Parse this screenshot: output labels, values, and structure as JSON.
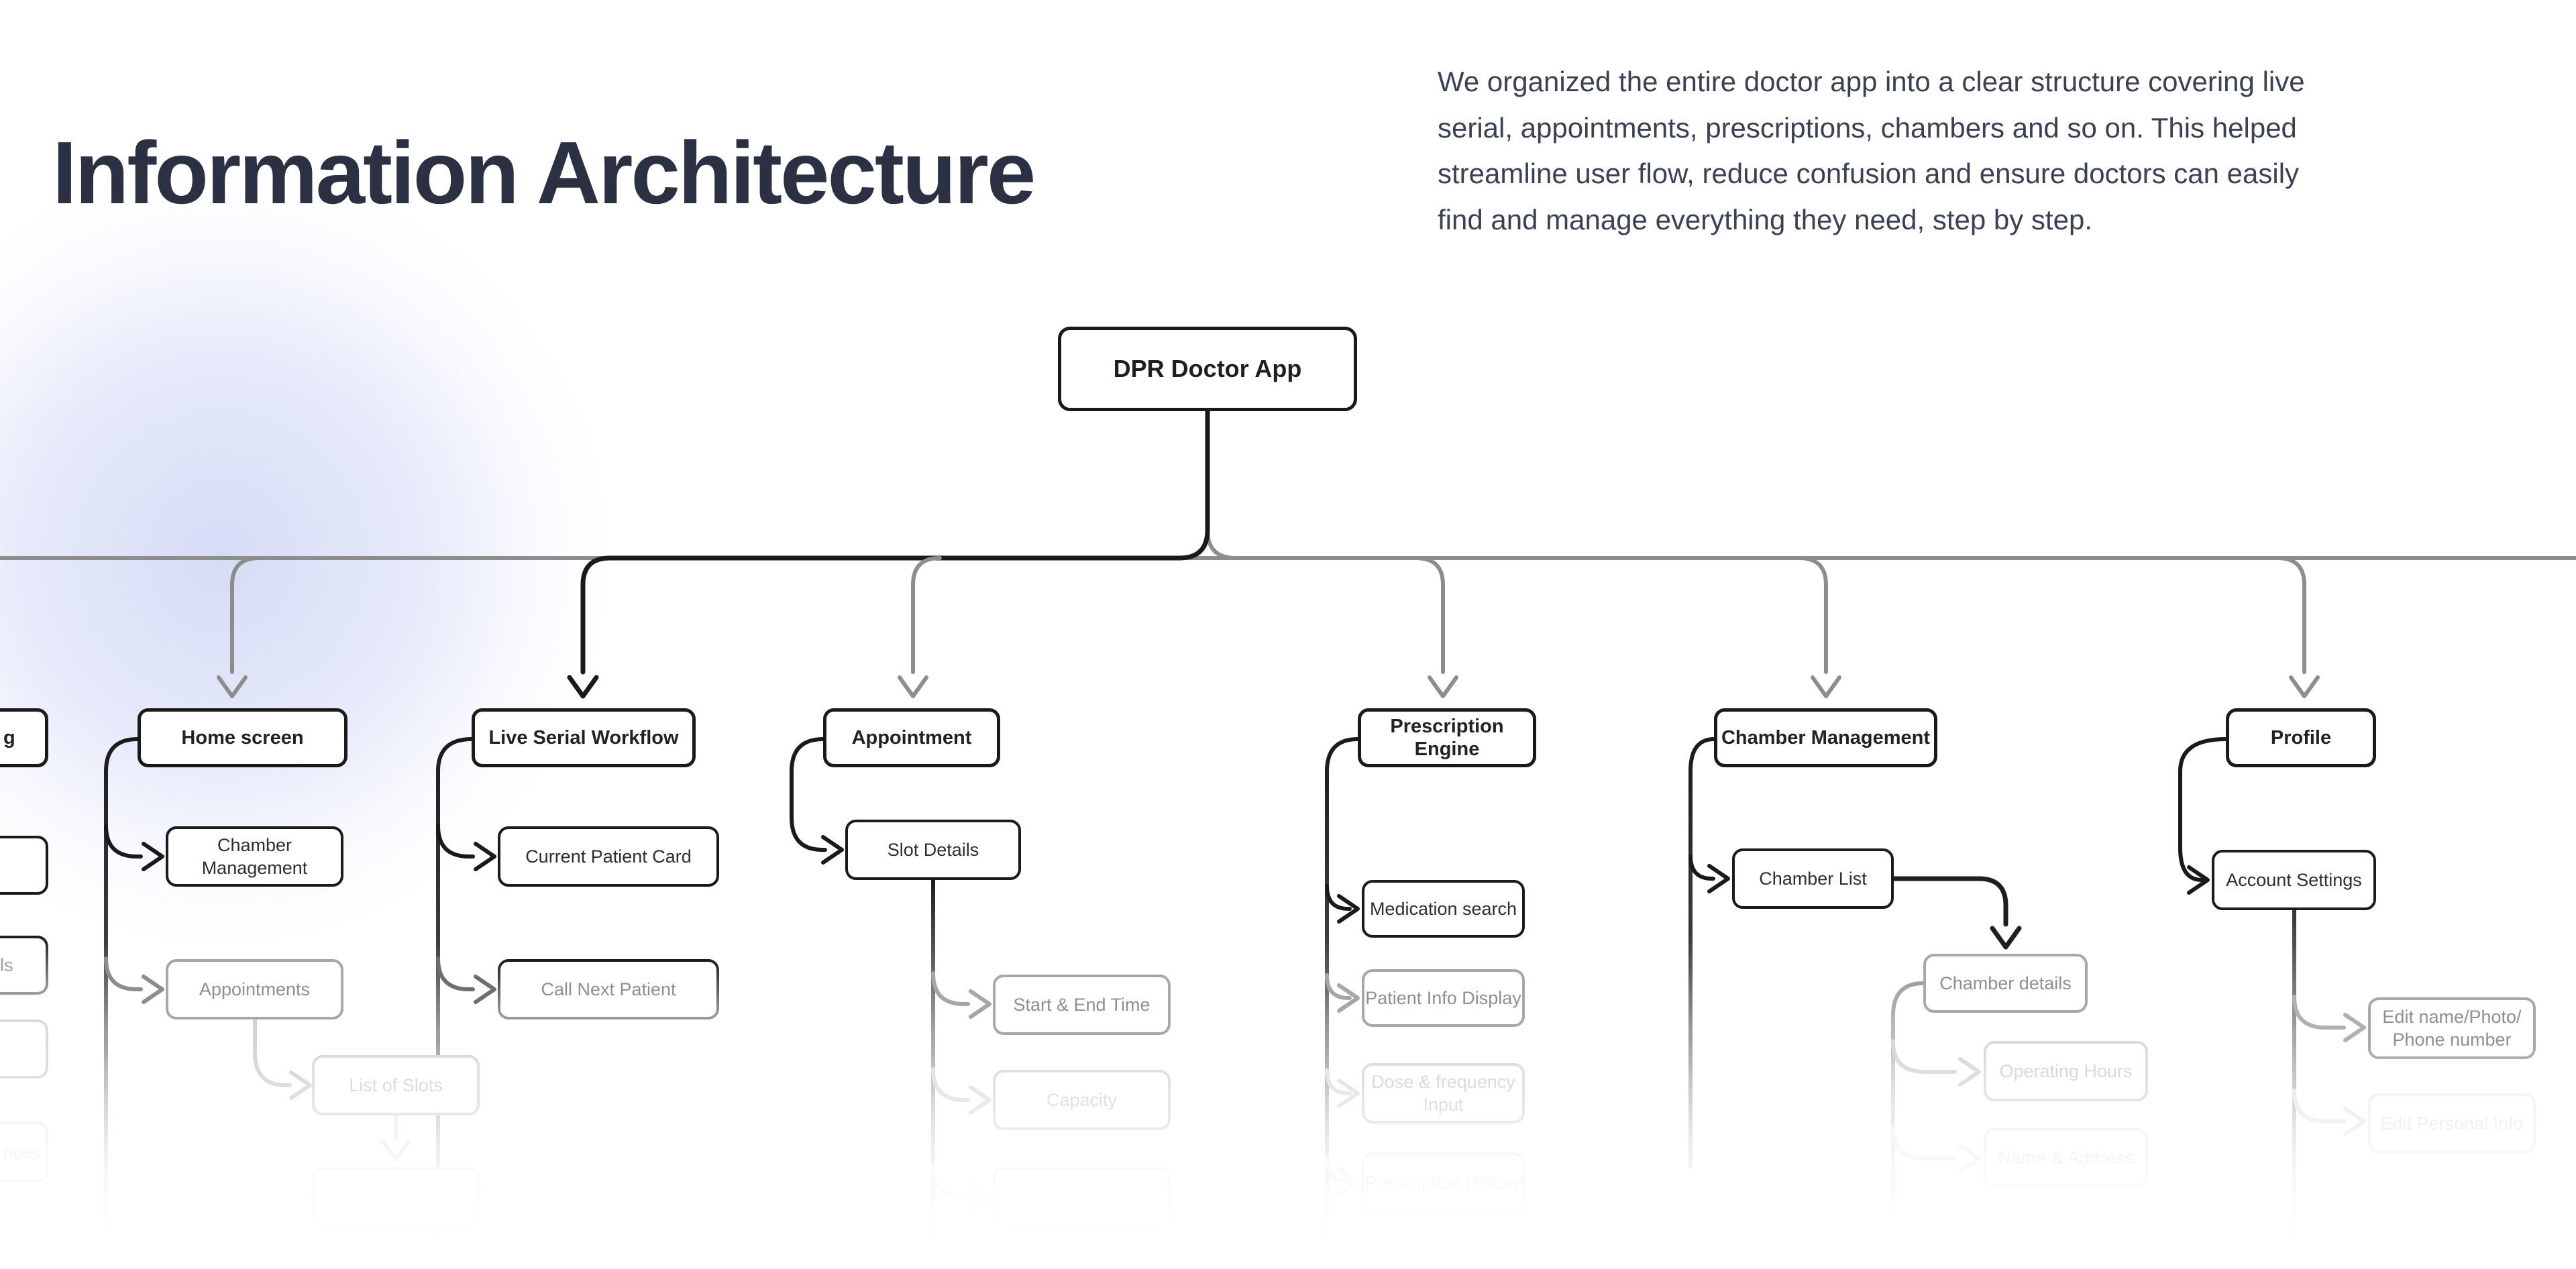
{
  "page": {
    "title": "Information Architecture",
    "description_lines": [
      "We organized the entire doctor app into a clear structure covering live",
      "serial, appointments, prescriptions, chambers and so on. This helped",
      "streamline user flow, reduce confusion and ensure doctors can easily",
      "find and manage everything they need, step by step."
    ]
  },
  "palette": {
    "ink": "#1a1a1a",
    "mid_gray": "#8d8d8d",
    "light_gray": "#d9d9d9",
    "ghost_gray": "#efefef",
    "title_color": "#2b3143",
    "body_text_color": "#3a4150",
    "bg_glow": "#d6dcf6"
  },
  "root_node": {
    "label": "DPR Doctor App"
  },
  "columns": [
    {
      "id": "offscreen-left",
      "header": {
        "label_fragment": "g"
      },
      "children": [
        {
          "label_fragment": ""
        },
        {
          "label_fragment": "ls"
        },
        {
          "label_fragment": ""
        },
        {
          "label_fragment": "nces"
        }
      ]
    },
    {
      "id": "home-screen",
      "header": {
        "label": "Home screen"
      },
      "children": [
        {
          "label": "Chamber Management"
        },
        {
          "label": "Appointments"
        },
        {
          "label": "List of Slots"
        },
        {
          "label": ""
        }
      ]
    },
    {
      "id": "live-serial-workflow",
      "header": {
        "label": "Live Serial Workflow"
      },
      "children": [
        {
          "label": "Current Patient Card"
        },
        {
          "label": "Call Next Patient"
        }
      ]
    },
    {
      "id": "appointment",
      "header": {
        "label": "Appointment"
      },
      "children": [
        {
          "label": "Slot Details"
        },
        {
          "label": "Start & End Time"
        },
        {
          "label": "Capacity"
        },
        {
          "label": ""
        }
      ]
    },
    {
      "id": "prescription-engine",
      "header": {
        "label": "Prescription Engine"
      },
      "children": [
        {
          "label": "Medication search"
        },
        {
          "label": "Patient Info Display"
        },
        {
          "label_line1": "Dose  & frequency",
          "label_line2": "Input"
        },
        {
          "label": "Prescription History"
        }
      ]
    },
    {
      "id": "chamber-management",
      "header": {
        "label": "Chamber Management"
      },
      "children": [
        {
          "label": "Chamber List"
        },
        {
          "label": "Chamber details"
        },
        {
          "label": "Operating Hours"
        },
        {
          "label": "Name & Address"
        }
      ]
    },
    {
      "id": "profile",
      "header": {
        "label": "Profile"
      },
      "children": [
        {
          "label": "Account Settings"
        },
        {
          "label_line1": "Edit name/Photo/",
          "label_line2": "Phone number"
        },
        {
          "label": "Edit Personal Info"
        }
      ]
    }
  ]
}
